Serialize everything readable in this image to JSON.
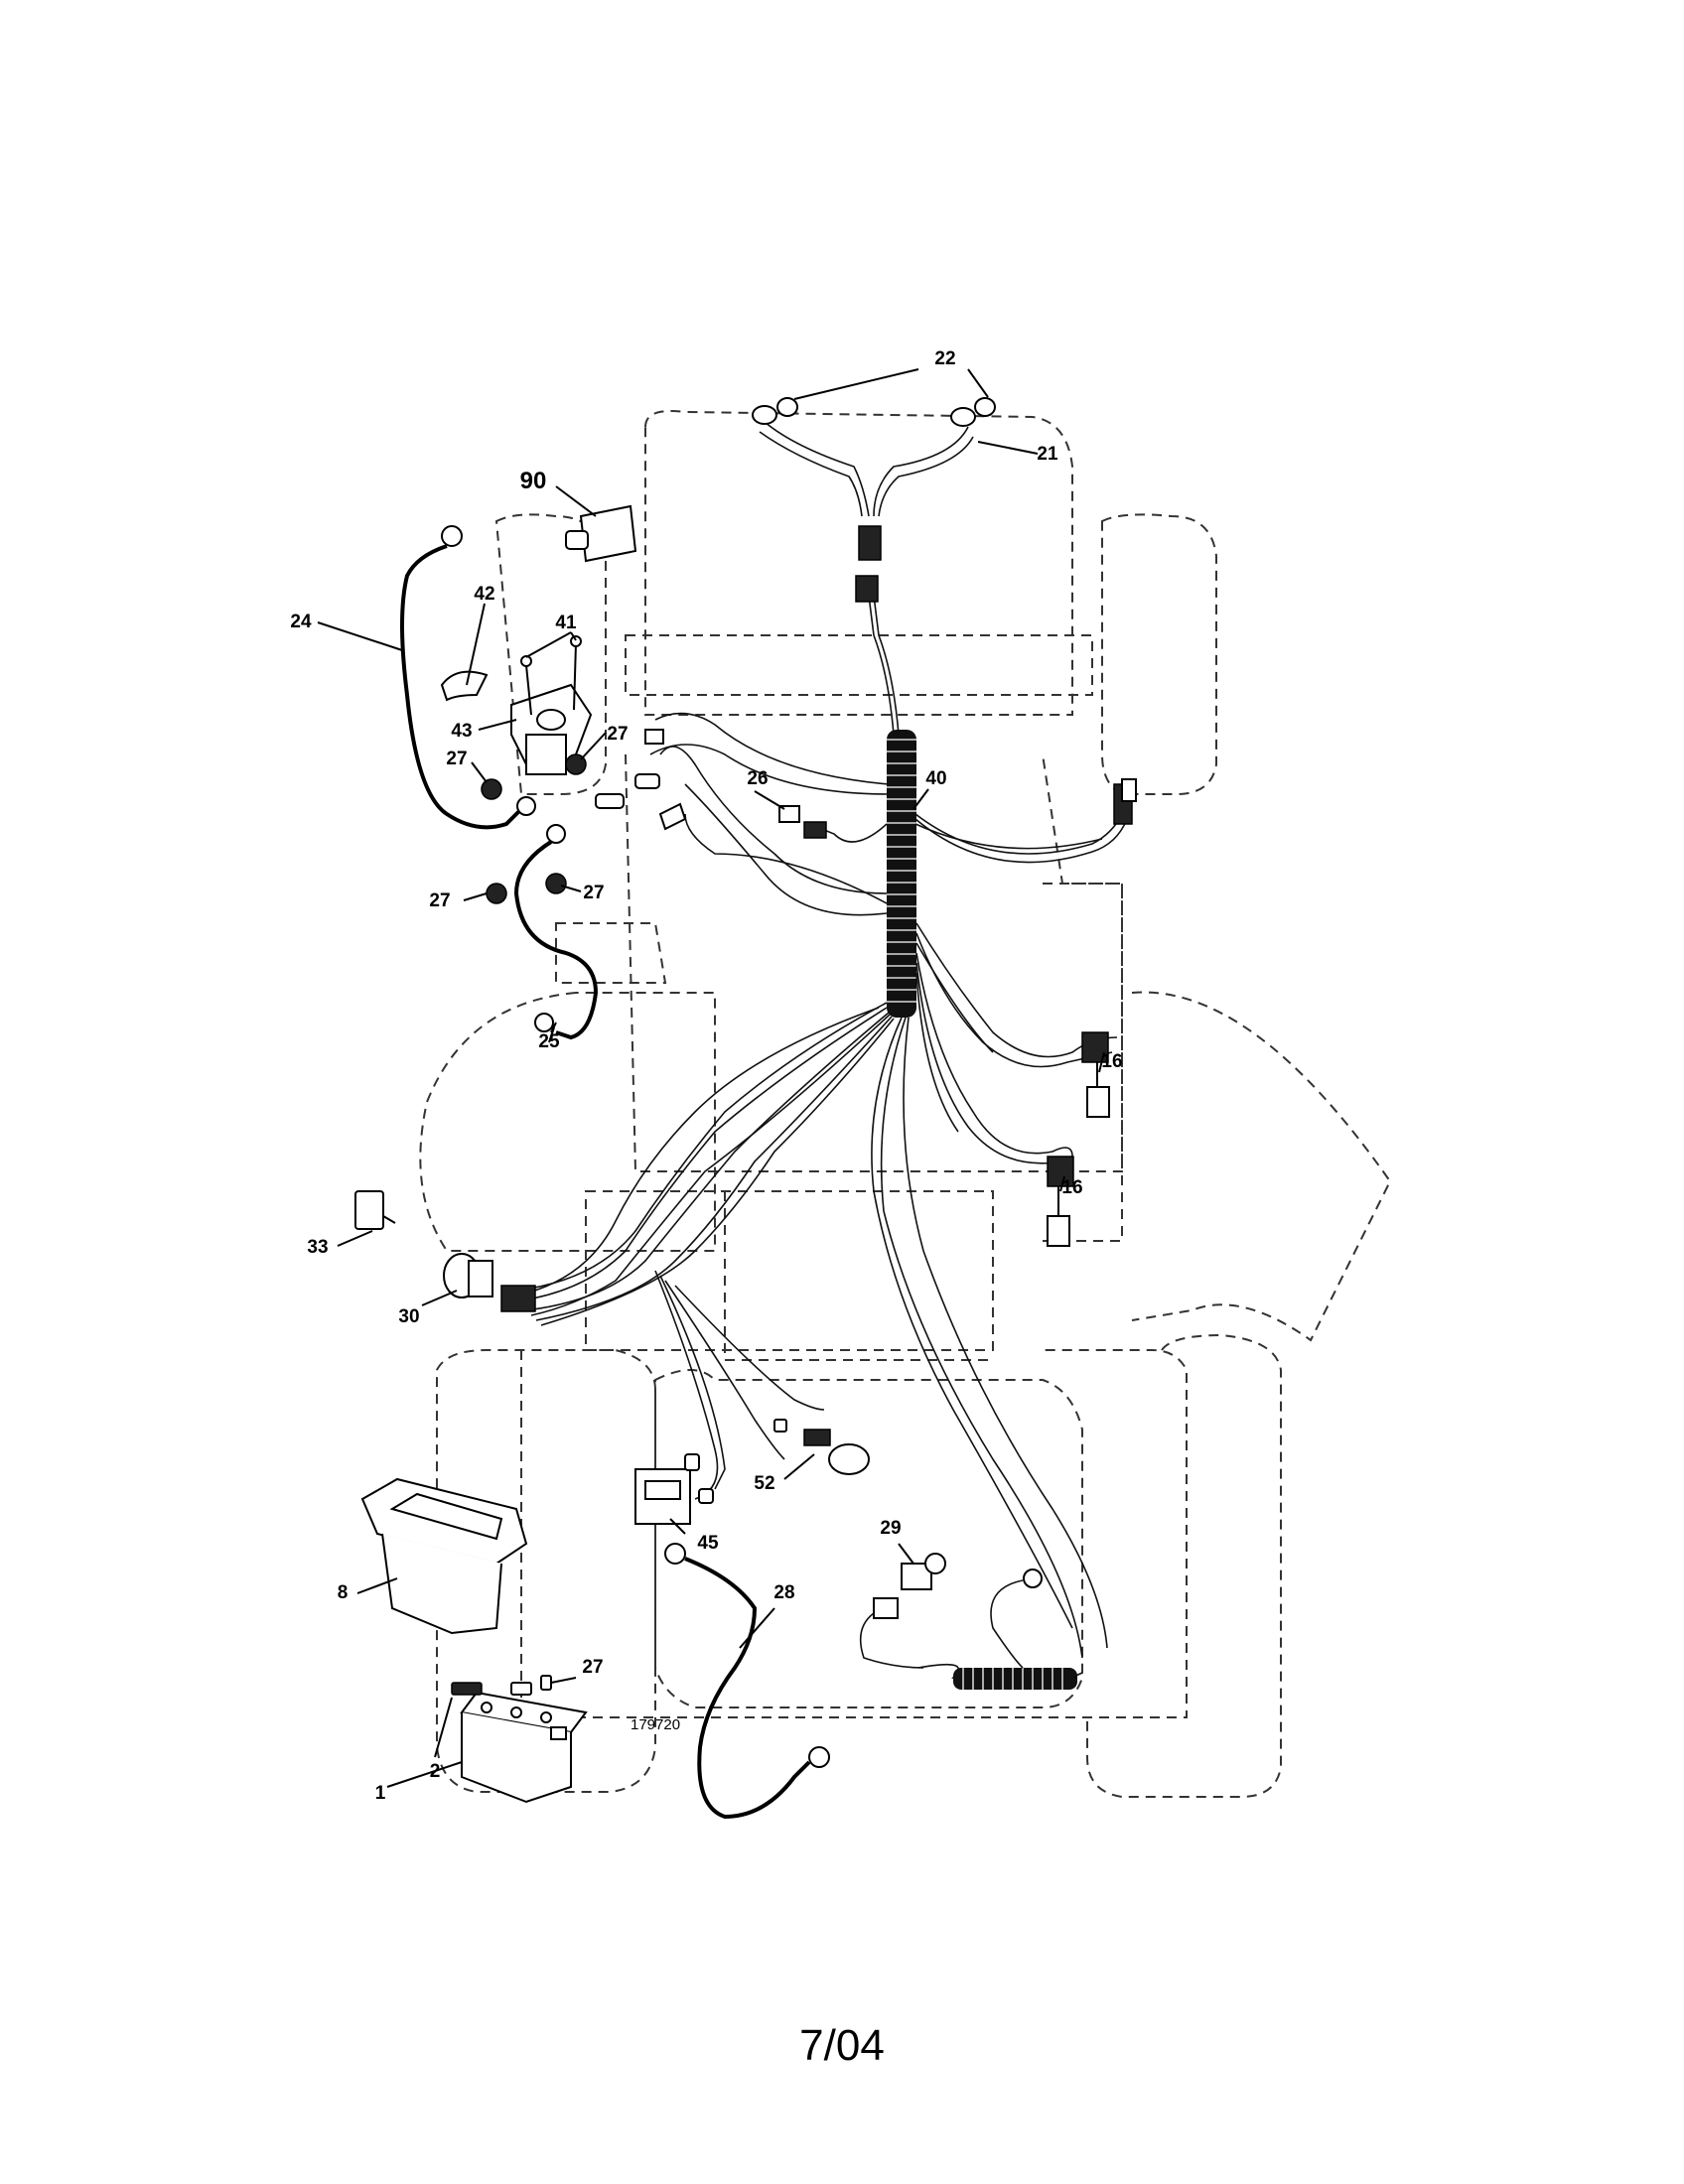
{
  "callouts": {
    "c22": "22",
    "c21": "21",
    "c90": "90",
    "c42": "42",
    "c41": "41",
    "c24": "24",
    "c43": "43",
    "c27a": "27",
    "c27b": "27",
    "c27c": "27",
    "c27d": "27",
    "c27e": "27",
    "c26": "26",
    "c40": "40",
    "c25": "25",
    "c16a": "16",
    "c16b": "16",
    "c33": "33",
    "c30": "30",
    "c52": "52",
    "c45": "45",
    "c29": "29",
    "c28": "28",
    "c8": "8",
    "c2": "2",
    "c1": "1"
  },
  "drawing_number": "179720",
  "footer_date": "7/04"
}
